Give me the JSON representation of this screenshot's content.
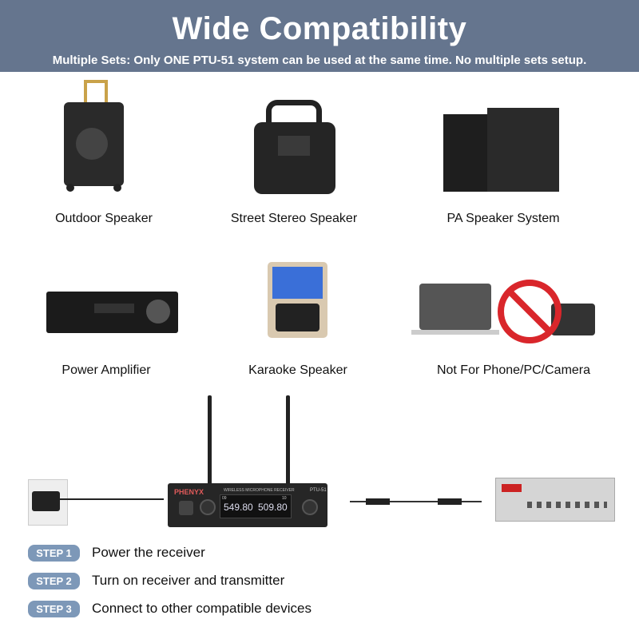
{
  "header": {
    "title": "Wide Compatibility",
    "subtitle": "Multiple Sets: Only ONE PTU-51 system can be used at the same time. No multiple sets setup."
  },
  "devices": [
    {
      "label": "Outdoor Speaker",
      "icon": "outdoor-speaker-icon"
    },
    {
      "label": "Street Stereo Speaker",
      "icon": "street-speaker-icon"
    },
    {
      "label": "PA Speaker System",
      "icon": "pa-speaker-icon"
    },
    {
      "label": "Power Amplifier",
      "icon": "amplifier-icon"
    },
    {
      "label": "Karaoke Speaker",
      "icon": "karaoke-speaker-icon"
    },
    {
      "label": "Not For Phone/PC/Camera",
      "icon": "prohibited-icon"
    }
  ],
  "receiver": {
    "brand": "PHENYX",
    "model": "PTU-51",
    "heading": "WIRELESS MICROPHONE RECEIVER",
    "freq_a": "549.80",
    "freq_b": "509.80",
    "ch_a": "09",
    "ch_b": "10"
  },
  "steps": [
    {
      "badge": "STEP 1",
      "text": "Power the receiver"
    },
    {
      "badge": "STEP 2",
      "text": "Turn on receiver and transmitter"
    },
    {
      "badge": "STEP 3",
      "text": "Connect to other compatible devices"
    }
  ],
  "colors": {
    "header": "#65758e",
    "badge": "#7d98b8",
    "prohibit": "#d9262b"
  }
}
